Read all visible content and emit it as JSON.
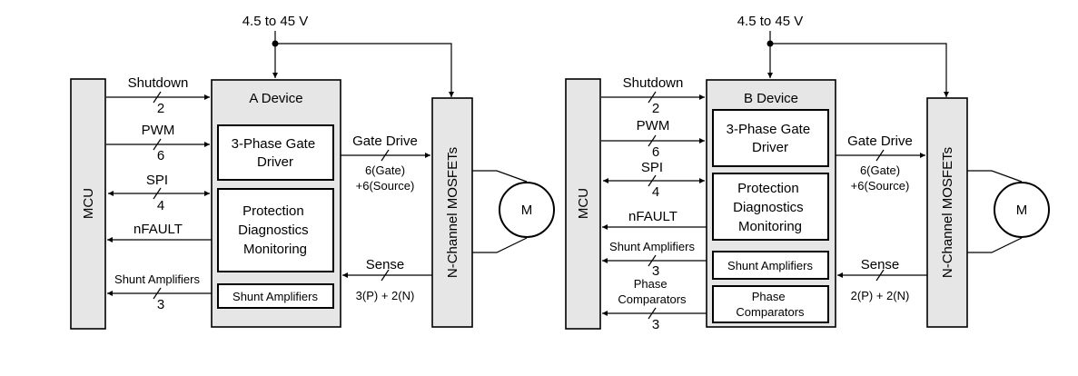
{
  "diagram_a": {
    "supply": "4.5 to 45 V",
    "mcu": "MCU",
    "device_title": "A Device",
    "gate_driver": [
      "3-Phase Gate",
      "Driver"
    ],
    "protection": [
      "Protection",
      "Diagnostics",
      "Monitoring"
    ],
    "shunt_block": "Shunt Amplifiers",
    "mosfets": "N-Channel MOSFETs",
    "motor": "M",
    "shutdown": {
      "label": "Shutdown",
      "count": "2"
    },
    "pwm": {
      "label": "PWM",
      "count": "6"
    },
    "spi": {
      "label": "SPI",
      "count": "4"
    },
    "nfault": "nFAULT",
    "shunt_out": {
      "label": "Shunt Amplifiers",
      "count": "3"
    },
    "gate_drive": {
      "label": "Gate Drive",
      "line1": "6(Gate)",
      "line2": "+6(Source)"
    },
    "sense": {
      "label": "Sense",
      "count": "3(P) + 2(N)"
    }
  },
  "diagram_b": {
    "supply": "4.5 to 45 V",
    "mcu": "MCU",
    "device_title": "B Device",
    "gate_driver": [
      "3-Phase Gate",
      "Driver"
    ],
    "protection": [
      "Protection",
      "Diagnostics",
      "Monitoring"
    ],
    "shunt_block": "Shunt Amplifiers",
    "phase_block": [
      "Phase",
      "Comparators"
    ],
    "mosfets": "N-Channel MOSFETs",
    "motor": "M",
    "shutdown": {
      "label": "Shutdown",
      "count": "2"
    },
    "pwm": {
      "label": "PWM",
      "count": "6"
    },
    "spi": {
      "label": "SPI",
      "count": "4"
    },
    "nfault": "nFAULT",
    "shunt_out": {
      "label": "Shunt Amplifiers",
      "count": "3"
    },
    "phase_out": {
      "label": [
        "Phase",
        "Comparators"
      ],
      "count": "3"
    },
    "gate_drive": {
      "label": "Gate Drive",
      "line1": "6(Gate)",
      "line2": "+6(Source)"
    },
    "sense": {
      "label": "Sense",
      "count": "2(P) + 2(N)"
    }
  }
}
